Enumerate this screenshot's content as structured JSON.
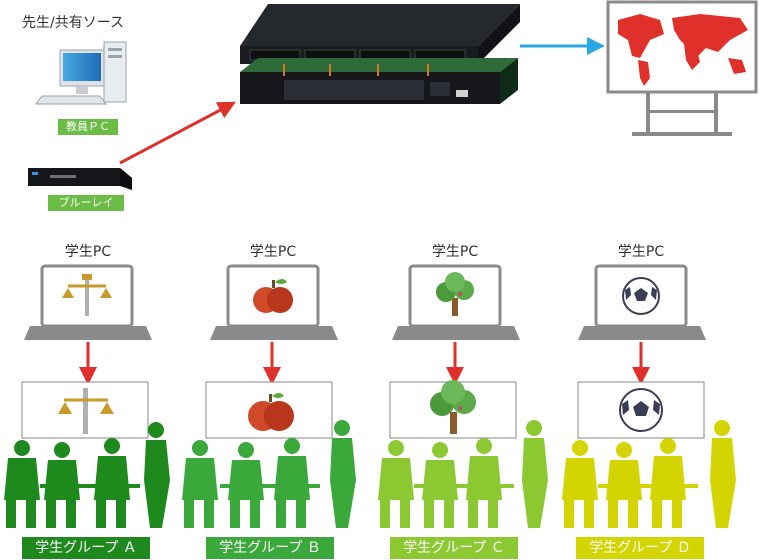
{
  "shared_sources_title": "先生/共有ソース",
  "teacher_pc_label": "教員ＰＣ",
  "bluray_label": "ブルーレイ",
  "colors": {
    "green_label": "#6bbd45",
    "red_arrow": "#e0302a",
    "blue_arrow": "#2aa6e0",
    "group_a": "#1e8a1e",
    "group_b": "#3aa83a",
    "group_c": "#8cc832",
    "group_d": "#d4d400"
  },
  "groups": [
    {
      "pc_label": "学生PC",
      "name": "学生グループ Ａ",
      "icon": "scales-of-justice-icon"
    },
    {
      "pc_label": "学生PC",
      "name": "学生グループ Ｂ",
      "icon": "apple-icon"
    },
    {
      "pc_label": "学生PC",
      "name": "学生グループ Ｃ",
      "icon": "tree-icon"
    },
    {
      "pc_label": "学生PC",
      "name": "学生グループ Ｄ",
      "icon": "soccer-ball-icon"
    }
  ]
}
